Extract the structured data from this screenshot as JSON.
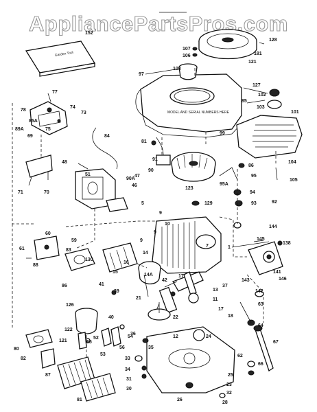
{
  "watermark": "AppliancePartsPros.com",
  "manual_label": "Garden Tool",
  "callout_label": "MODEL AND SERIAL NUMBERS HERE",
  "part_labels": {
    "p152": "152",
    "p128": "128",
    "p107": "107",
    "p106": "106",
    "p181": "181",
    "p121": "121",
    "p97": "97",
    "p108": "108",
    "p127": "127",
    "p102": "102",
    "p103": "103",
    "p101": "101",
    "p85": "85",
    "p99": "99",
    "p77": "77",
    "p78": "78",
    "p74": "74",
    "p73": "73",
    "p85a": "85A",
    "p89a": "89A",
    "p69": "69",
    "p75": "75",
    "p84": "84",
    "p81a": "81",
    "p91": "91",
    "p90": "90",
    "p90a": "90A",
    "p86": "86",
    "p95": "95",
    "p104": "104",
    "p105": "105",
    "p48": "48",
    "p51": "51",
    "p47": "47",
    "p46": "46",
    "p123": "123",
    "p95a": "95A",
    "p94": "94",
    "p93": "93",
    "p92": "92",
    "p71": "71",
    "p70": "70",
    "p129": "129",
    "p5": "5",
    "p9a": "9",
    "p10": "10",
    "p9b": "9",
    "p9c": "9",
    "p144": "144",
    "p145": "145",
    "p138": "138",
    "p1": "1",
    "p60": "60",
    "p59": "59",
    "p61": "61",
    "p83": "83",
    "p88": "88",
    "p130": "130",
    "p14": "14",
    "p15": "15",
    "p16": "16",
    "p14a": "14A",
    "p7": "7",
    "p141": "141",
    "p143": "143",
    "p146": "146",
    "p86b": "86",
    "p42": "42",
    "p17": "17",
    "p37": "37",
    "p41": "41",
    "p39": "39",
    "p21": "21",
    "p13": "13",
    "p11": "11",
    "p142": "142",
    "p63": "63",
    "p64": "64",
    "p126": "126",
    "p40": "40",
    "p22": "22",
    "p17b": "17",
    "p18": "18",
    "p122": "122",
    "p65": "65",
    "p67": "67",
    "p66": "66",
    "p121b": "121",
    "p52": "52",
    "p54": "54",
    "p53": "53",
    "p56": "56",
    "p36": "36",
    "p35": "35",
    "p12": "12",
    "p24": "24",
    "p82": "82",
    "p80": "80",
    "p33": "33",
    "p34": "34",
    "p62": "62",
    "p87": "87",
    "p31": "31",
    "p30": "30",
    "p25": "25",
    "p23": "23",
    "p81b": "81",
    "p32": "32",
    "p26": "26",
    "p28": "28"
  }
}
